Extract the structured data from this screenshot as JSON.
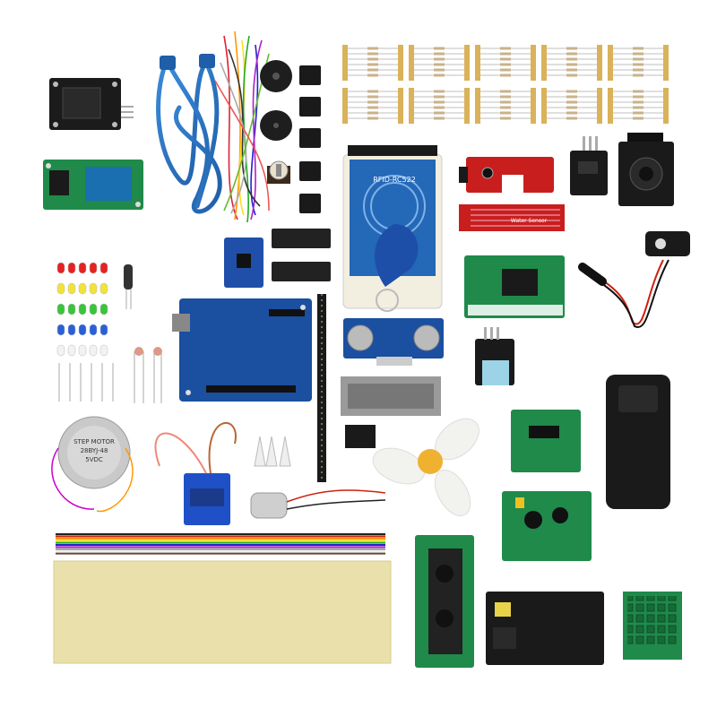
{
  "image": {
    "description": "Product photo of an electronics starter kit laid out on a white background",
    "printed_labels": {
      "rfid_module": "RFID-RC522",
      "stepper_motor_line1": "STEP MOTOR",
      "stepper_motor_line2": "28BYJ-48",
      "stepper_motor_line3": "5VDC",
      "water_sensor": "Water Sensor"
    }
  },
  "colors": {
    "background": "#ffffff",
    "pcb_black": "#1b1b1b",
    "pcb_green": "#1f8a4a",
    "pcb_blue": "#1b4fa0",
    "pcb_red": "#c81e1e",
    "usb_cable": "#2f79c8",
    "tape": "#e9e0ac",
    "fan": "#f2f2ee",
    "fan_hub": "#f0b030",
    "resistor_tape": "#d9b25a"
  }
}
